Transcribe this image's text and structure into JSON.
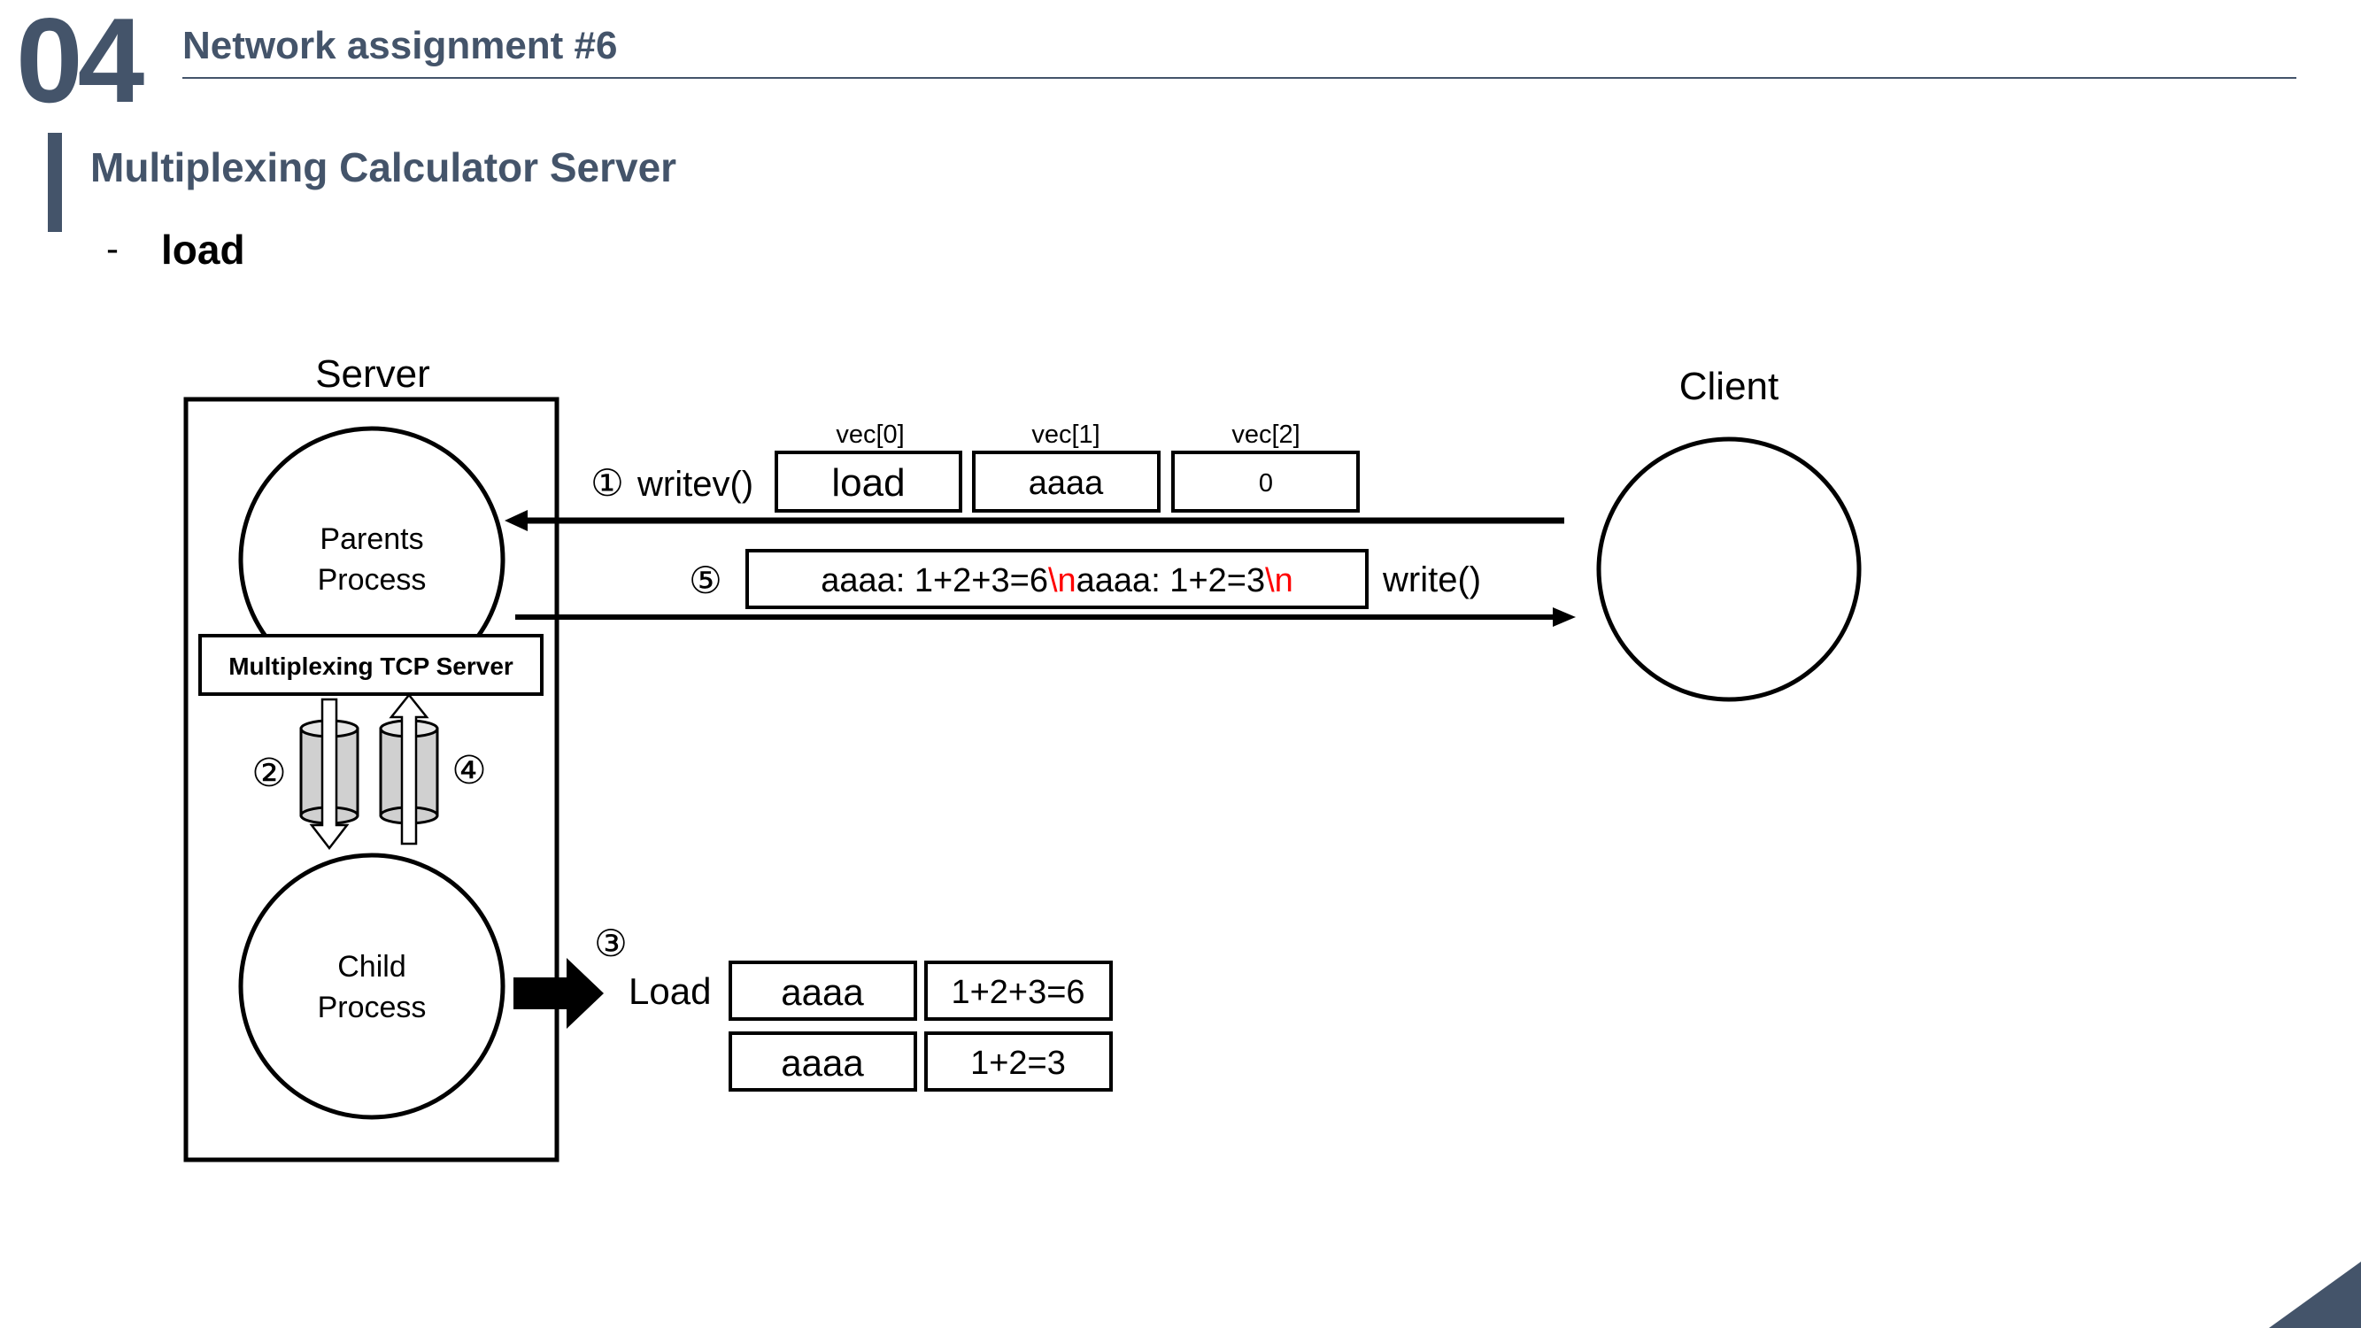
{
  "header": {
    "slide_number": "04",
    "title": "Network assignment #6"
  },
  "section": {
    "title": "Multiplexing Calculator Server"
  },
  "bullet": {
    "dash": "-",
    "text": "load"
  },
  "diagram": {
    "server_label": "Server",
    "client_label": "Client",
    "parents_process": [
      "Parents",
      "Process"
    ],
    "child_process": [
      "Child",
      "Process"
    ],
    "mux_server_label": "Multiplexing TCP Server",
    "step1": {
      "num": "①",
      "label": "writev()"
    },
    "vec_labels": [
      "vec[0]",
      "vec[1]",
      "vec[2]"
    ],
    "vec_values": [
      "load",
      "aaaa",
      "0"
    ],
    "step5": {
      "num": "⑤",
      "label": "write()"
    },
    "response_parts": [
      "aaaa: 1+2+3=6",
      "\\n",
      "aaaa: 1+2=3",
      "\\n"
    ],
    "step2_num": "②",
    "step4_num": "④",
    "step3_num": "③",
    "load_label": "Load",
    "table_rows": [
      {
        "name": "aaaa",
        "expr": "1+2+3=6"
      },
      {
        "name": "aaaa",
        "expr": "1+2=3"
      }
    ],
    "colors": {
      "accent": "#44546a",
      "escape": "#ff0000",
      "pipe": "#d0d0d0"
    }
  }
}
